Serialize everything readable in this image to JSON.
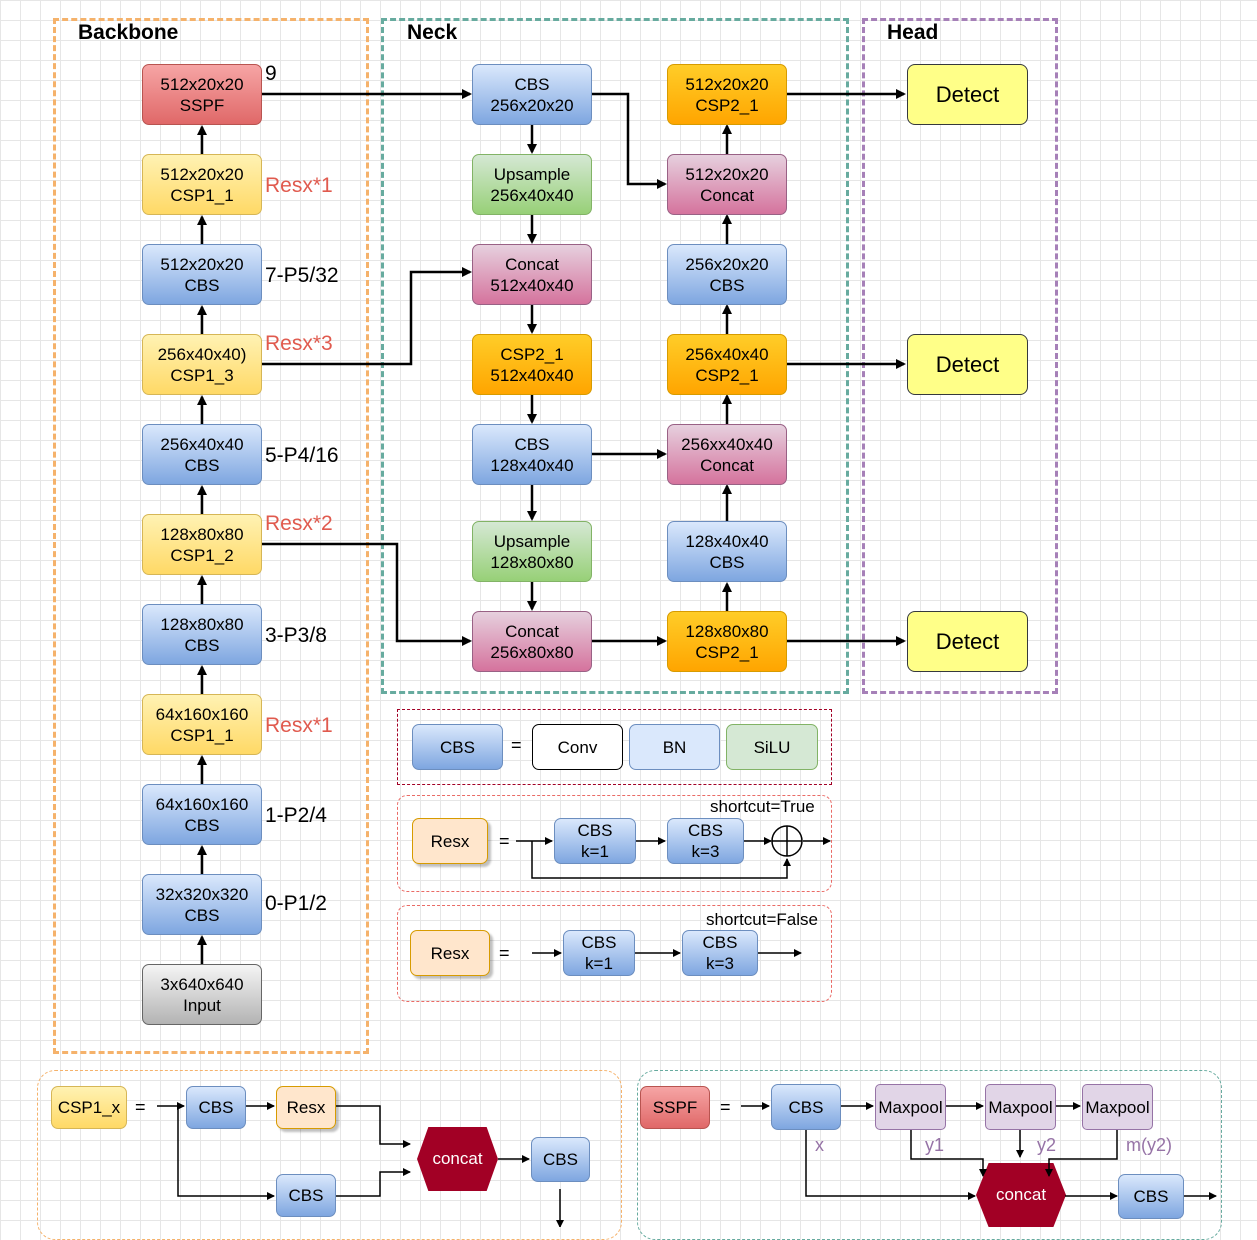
{
  "groups": {
    "backbone": "Backbone",
    "neck": "Neck",
    "head": "Head"
  },
  "backbone": {
    "sppf": [
      "512x20x20",
      "SSPF"
    ],
    "csp1_1_top": [
      "512x20x20",
      "CSP1_1"
    ],
    "cbs_p5": [
      "512x20x20",
      "CBS"
    ],
    "csp1_3": [
      "256x40x40)",
      "CSP1_3"
    ],
    "cbs_p4": [
      "256x40x40",
      "CBS"
    ],
    "csp1_2": [
      "128x80x80",
      "CSP1_2"
    ],
    "cbs_p3": [
      "128x80x80",
      "CBS"
    ],
    "csp1_1_low": [
      "64x160x160",
      "CSP1_1"
    ],
    "cbs_p2": [
      "64x160x160",
      "CBS"
    ],
    "cbs_p1": [
      "32x320x320",
      "CBS"
    ],
    "input": [
      "3x640x640",
      "Input"
    ]
  },
  "backbone_labels": {
    "l9": "9",
    "res1_top": "Resx*1",
    "p5": "7-P5/32",
    "res3": "Resx*3",
    "p4": "5-P4/16",
    "res2": "Resx*2",
    "p3": "3-P3/8",
    "res1_low": "Resx*1",
    "p2": "1-P2/4",
    "p1": "0-P1/2"
  },
  "neck": {
    "cbs_a": [
      "CBS",
      "256x20x20"
    ],
    "up_a": [
      "Upsample",
      "256x40x40"
    ],
    "concat_a": [
      "Concat",
      "512x40x40"
    ],
    "csp2_a": [
      "CSP2_1",
      "512x40x40"
    ],
    "cbs_b": [
      "CBS",
      "128x40x40"
    ],
    "up_b": [
      "Upsample",
      "128x80x80"
    ],
    "concat_b": [
      "Concat",
      "256x80x80"
    ],
    "csp2_top": [
      "512x20x20",
      "CSP2_1"
    ],
    "concat_top": [
      "512x20x20",
      "Concat"
    ],
    "cbs_c": [
      "256x20x20",
      "CBS"
    ],
    "csp2_mid": [
      "256x40x40",
      "CSP2_1"
    ],
    "concat_mid": [
      "256xx40x40",
      "Concat"
    ],
    "cbs_d": [
      "128x40x40",
      "CBS"
    ],
    "csp2_low": [
      "128x80x80",
      "CSP2_1"
    ]
  },
  "head": {
    "detect": "Detect"
  },
  "legend": {
    "eq": "=",
    "cbs": "CBS",
    "conv": "Conv",
    "bn": "BN",
    "silu": "SiLU",
    "resx": "Resx",
    "shortcut_true": "shortcut=True",
    "shortcut_false": "shortcut=False",
    "cbs_k1": [
      "CBS",
      "k=1"
    ],
    "cbs_k3": [
      "CBS",
      "k=3"
    ]
  },
  "csp_def": {
    "name": "CSP1_x",
    "cbs": "CBS",
    "resx": "Resx",
    "concat": "concat"
  },
  "sppf_def": {
    "name": "SSPF",
    "cbs": "CBS",
    "maxpool": "Maxpool",
    "concat": "concat",
    "x": "x",
    "y1": "y1",
    "y2": "y2",
    "my2": "m(y2)"
  }
}
